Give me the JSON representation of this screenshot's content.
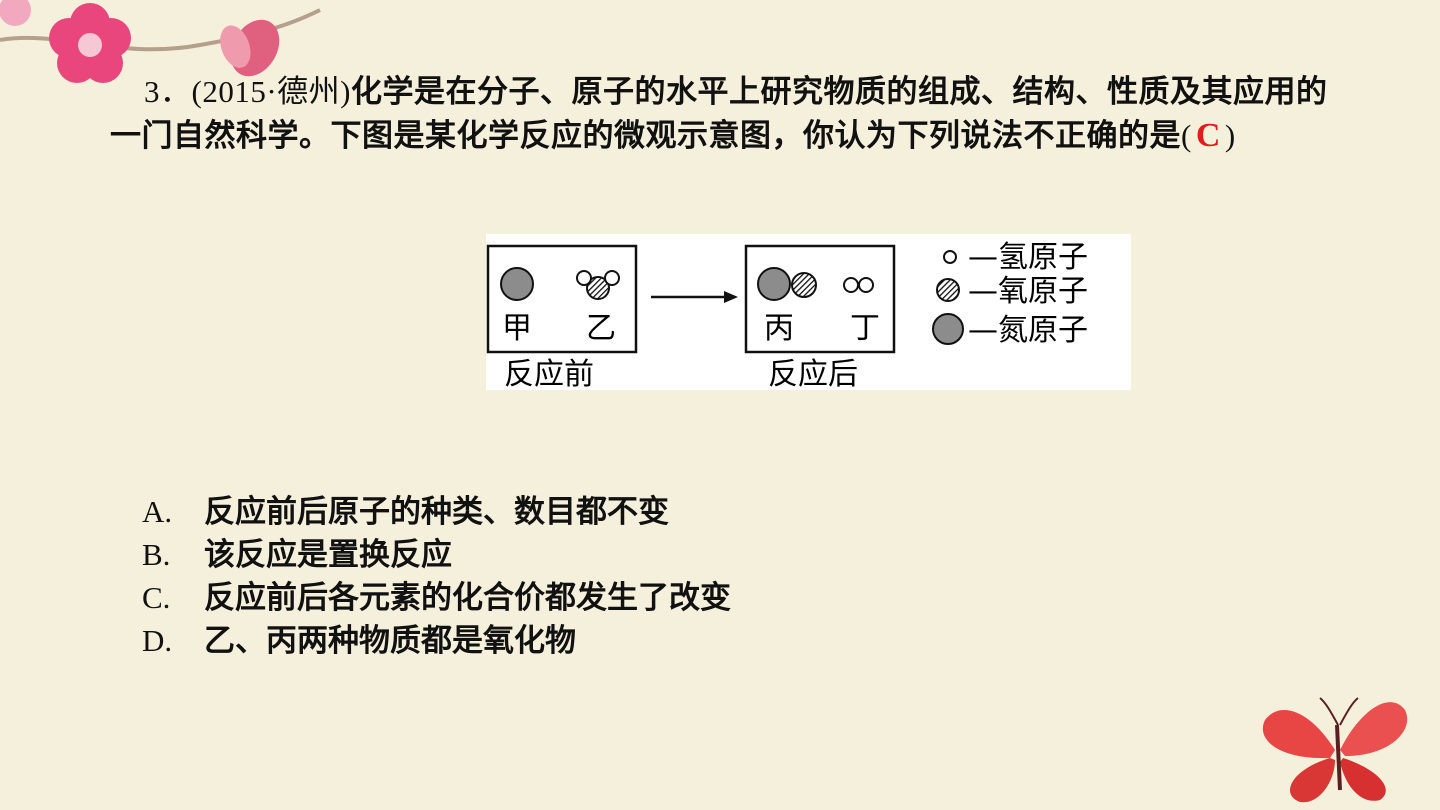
{
  "question": {
    "number": "3．",
    "source": "(2015·德州)",
    "stem": "化学是在分子、原子的水平上研究物质的组成、结构、性质及其应用的一门自然科学。下图是某化学反应的微观示意图，你认为下列说法不正确的是",
    "open_paren": "(",
    "answer": "C",
    "close_paren": ")"
  },
  "diagram": {
    "before_labels": [
      "甲",
      "乙"
    ],
    "before_caption": "反应前",
    "after_labels": [
      "丙",
      "丁"
    ],
    "after_caption": "反应后",
    "legend": [
      {
        "label": "—氢原子",
        "style": "small-white"
      },
      {
        "label": "—氧原子",
        "style": "hatched"
      },
      {
        "label": "—氮原子",
        "style": "large-gray"
      }
    ]
  },
  "options": [
    {
      "letter": "A.",
      "text": "反应前后原子的种类、数目都不变"
    },
    {
      "letter": "B.",
      "text": "该反应是置换反应"
    },
    {
      "letter": "C.",
      "text": "反应前后各元素的化合价都发生了改变"
    },
    {
      "letter": "D.",
      "text": "乙、丙两种物质都是氧化物"
    }
  ],
  "colors": {
    "background": "#f5f0dc",
    "answer": "#e21b1b",
    "flower": "#e8467c",
    "butterfly": "#e84545"
  }
}
